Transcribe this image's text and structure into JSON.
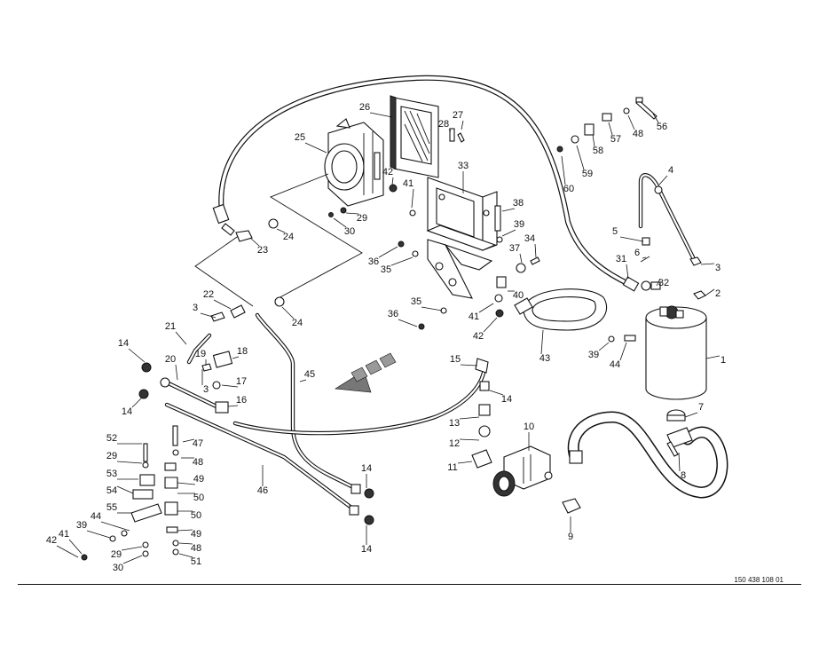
{
  "drawing_number": "150 438 108 01",
  "parts": [
    {
      "id": "p1",
      "n": "1"
    },
    {
      "id": "p2",
      "n": "2"
    },
    {
      "id": "p3a",
      "n": "3"
    },
    {
      "id": "p3b",
      "n": "3"
    },
    {
      "id": "p3c",
      "n": "3"
    },
    {
      "id": "p4",
      "n": "4"
    },
    {
      "id": "p5",
      "n": "5"
    },
    {
      "id": "p6",
      "n": "6"
    },
    {
      "id": "p7",
      "n": "7"
    },
    {
      "id": "p8",
      "n": "8"
    },
    {
      "id": "p9",
      "n": "9"
    },
    {
      "id": "p10",
      "n": "10"
    },
    {
      "id": "p11",
      "n": "11"
    },
    {
      "id": "p12",
      "n": "12"
    },
    {
      "id": "p13",
      "n": "13"
    },
    {
      "id": "p14a",
      "n": "14"
    },
    {
      "id": "p14b",
      "n": "14"
    },
    {
      "id": "p14c",
      "n": "14"
    },
    {
      "id": "p14d",
      "n": "14"
    },
    {
      "id": "p14e",
      "n": "14"
    },
    {
      "id": "p15",
      "n": "15"
    },
    {
      "id": "p16",
      "n": "16"
    },
    {
      "id": "p17",
      "n": "17"
    },
    {
      "id": "p18",
      "n": "18"
    },
    {
      "id": "p19",
      "n": "19"
    },
    {
      "id": "p20",
      "n": "20"
    },
    {
      "id": "p21",
      "n": "21"
    },
    {
      "id": "p22",
      "n": "22"
    },
    {
      "id": "p23",
      "n": "23"
    },
    {
      "id": "p24a",
      "n": "24"
    },
    {
      "id": "p24b",
      "n": "24"
    },
    {
      "id": "p25",
      "n": "25"
    },
    {
      "id": "p26",
      "n": "26"
    },
    {
      "id": "p27",
      "n": "27"
    },
    {
      "id": "p28",
      "n": "28"
    },
    {
      "id": "p29a",
      "n": "29"
    },
    {
      "id": "p29b",
      "n": "29"
    },
    {
      "id": "p29c",
      "n": "29"
    },
    {
      "id": "p30a",
      "n": "30"
    },
    {
      "id": "p30b",
      "n": "30"
    },
    {
      "id": "p31",
      "n": "31"
    },
    {
      "id": "p32",
      "n": "32"
    },
    {
      "id": "p33",
      "n": "33"
    },
    {
      "id": "p34",
      "n": "34"
    },
    {
      "id": "p35a",
      "n": "35"
    },
    {
      "id": "p35b",
      "n": "35"
    },
    {
      "id": "p36a",
      "n": "36"
    },
    {
      "id": "p36b",
      "n": "36"
    },
    {
      "id": "p37",
      "n": "37"
    },
    {
      "id": "p38",
      "n": "38"
    },
    {
      "id": "p39a",
      "n": "39"
    },
    {
      "id": "p39b",
      "n": "39"
    },
    {
      "id": "p39c",
      "n": "39"
    },
    {
      "id": "p40",
      "n": "40"
    },
    {
      "id": "p41a",
      "n": "41"
    },
    {
      "id": "p41b",
      "n": "41"
    },
    {
      "id": "p41c",
      "n": "41"
    },
    {
      "id": "p42a",
      "n": "42"
    },
    {
      "id": "p42b",
      "n": "42"
    },
    {
      "id": "p42c",
      "n": "42"
    },
    {
      "id": "p43",
      "n": "43"
    },
    {
      "id": "p44a",
      "n": "44"
    },
    {
      "id": "p44b",
      "n": "44"
    },
    {
      "id": "p45",
      "n": "45"
    },
    {
      "id": "p46",
      "n": "46"
    },
    {
      "id": "p47",
      "n": "47"
    },
    {
      "id": "p48a",
      "n": "48"
    },
    {
      "id": "p48b",
      "n": "48"
    },
    {
      "id": "p48c",
      "n": "48"
    },
    {
      "id": "p49a",
      "n": "49"
    },
    {
      "id": "p49b",
      "n": "49"
    },
    {
      "id": "p50a",
      "n": "50"
    },
    {
      "id": "p50b",
      "n": "50"
    },
    {
      "id": "p51",
      "n": "51"
    },
    {
      "id": "p52",
      "n": "52"
    },
    {
      "id": "p53",
      "n": "53"
    },
    {
      "id": "p54",
      "n": "54"
    },
    {
      "id": "p55",
      "n": "55"
    },
    {
      "id": "p56",
      "n": "56"
    },
    {
      "id": "p57",
      "n": "57"
    },
    {
      "id": "p58",
      "n": "58"
    },
    {
      "id": "p59",
      "n": "59"
    },
    {
      "id": "p60",
      "n": "60"
    }
  ]
}
